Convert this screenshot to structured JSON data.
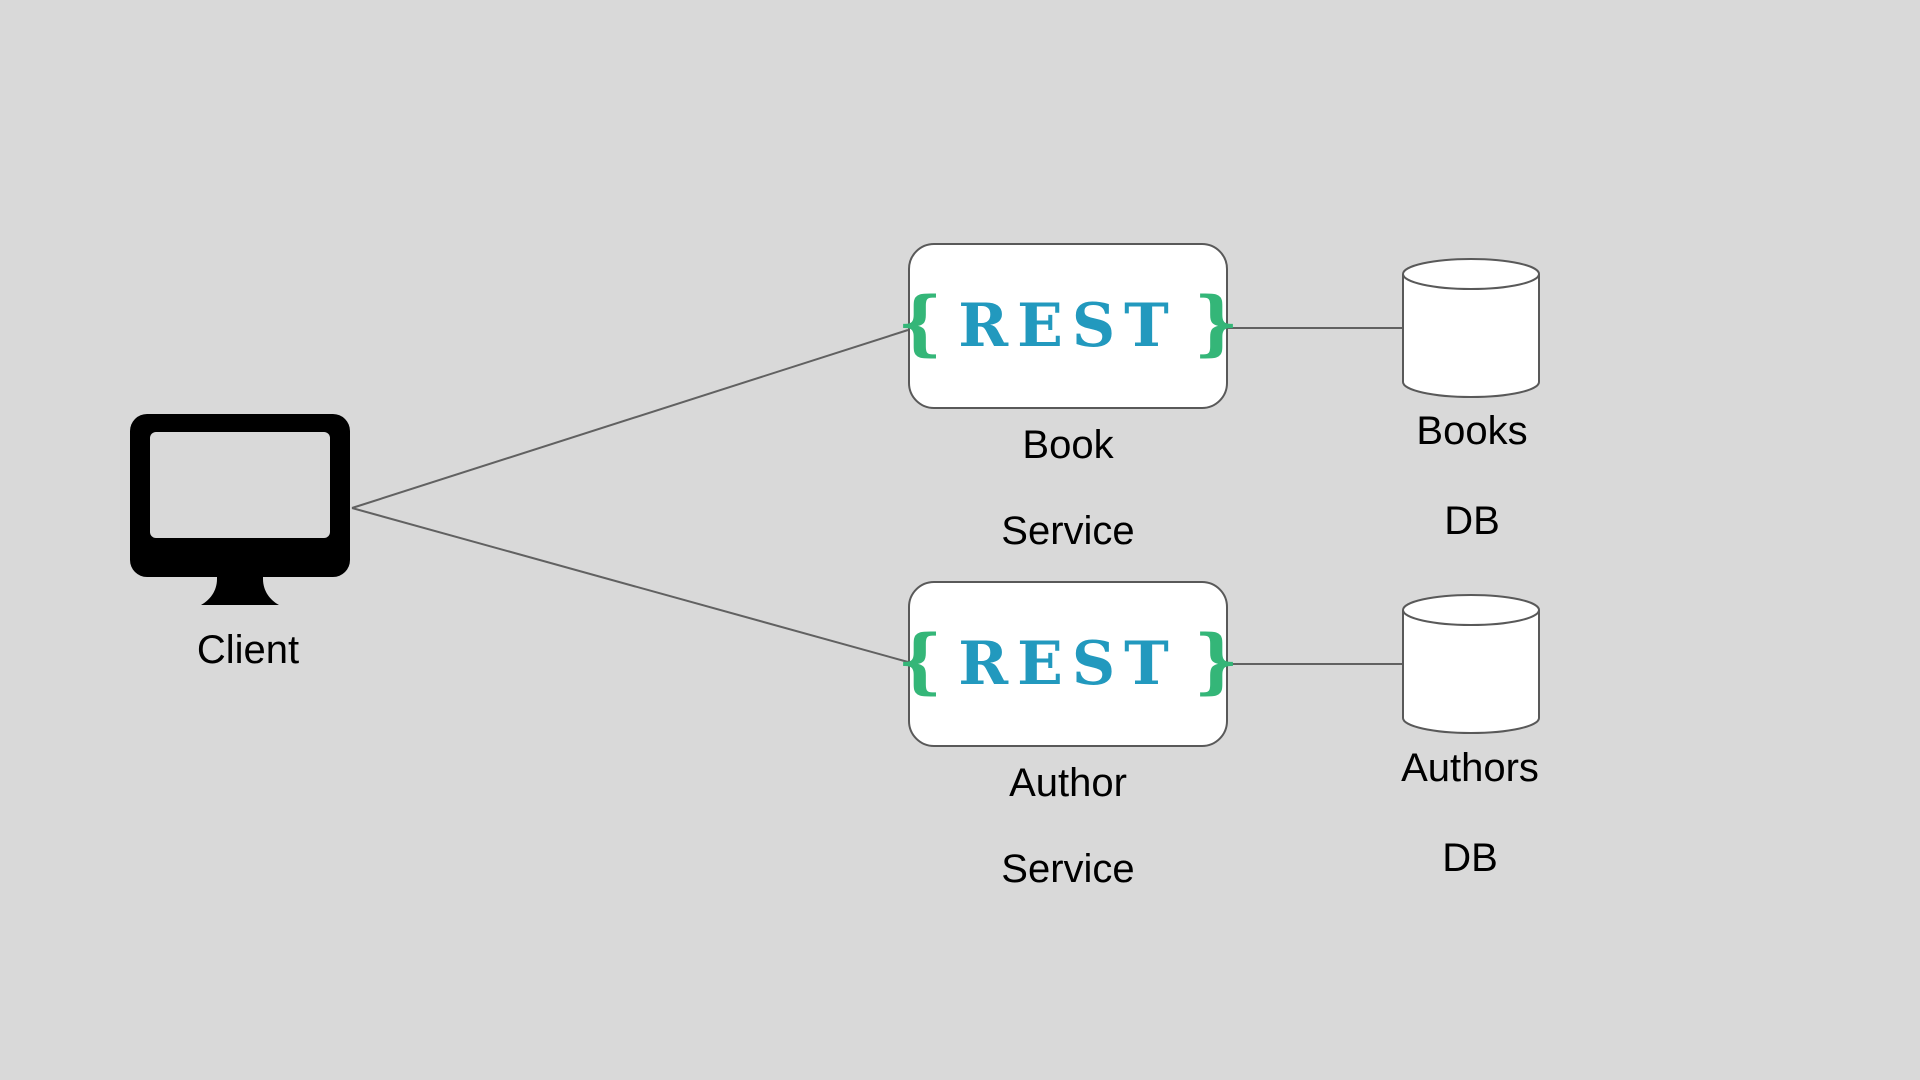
{
  "diagram_title": "",
  "colors": {
    "background": "#d9d9d9",
    "rest_blue": "#2299be",
    "brace_green": "#34b678",
    "line_gray": "#616161",
    "node_border": "#595959",
    "node_fill": "#ffffff",
    "label_color": "#000000"
  },
  "rest_badge": {
    "open": "{",
    "label": "REST",
    "close": "}"
  },
  "nodes": {
    "client": {
      "type": "client-computer",
      "icon": "desktop-monitor-icon",
      "label": "Client"
    },
    "book_service": {
      "type": "rest-service",
      "badge": "{ REST }",
      "line1": "Book",
      "line2": "Service"
    },
    "author_service": {
      "type": "rest-service",
      "badge": "{ REST }",
      "line1": "Author",
      "line2": "Service"
    },
    "books_db": {
      "type": "database-cylinder",
      "icon": "database-icon",
      "line1": "Books",
      "line2": "DB"
    },
    "authors_db": {
      "type": "database-cylinder",
      "icon": "database-icon",
      "line1": "Authors",
      "line2": "DB"
    }
  },
  "edges": [
    {
      "from": "client",
      "to": "book_service"
    },
    {
      "from": "client",
      "to": "author_service"
    },
    {
      "from": "book_service",
      "to": "books_db"
    },
    {
      "from": "author_service",
      "to": "authors_db"
    }
  ]
}
